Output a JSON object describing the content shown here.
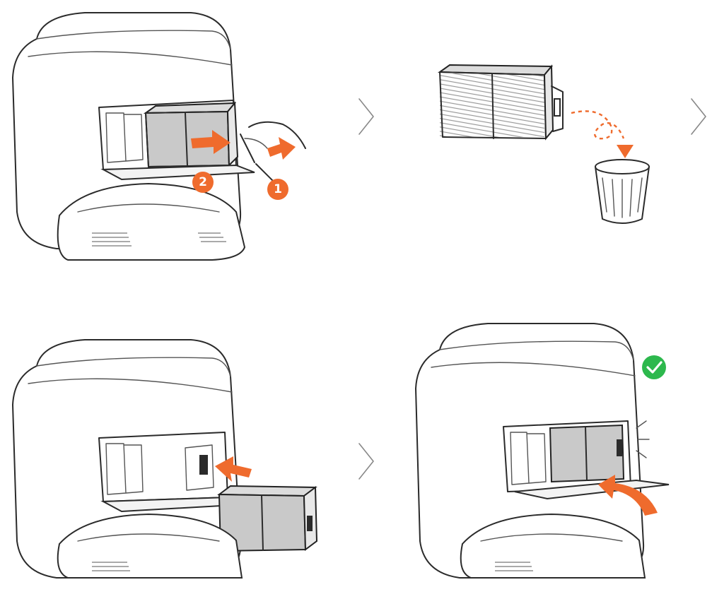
{
  "steps": [
    {
      "id": "step-1",
      "badges": [
        "2",
        "1"
      ]
    },
    {
      "id": "step-2"
    },
    {
      "id": "step-3"
    },
    {
      "id": "step-4"
    }
  ],
  "colors": {
    "accent": "#ef6b2d",
    "success": "#2db84d",
    "filter_face": "#c9c9c9",
    "line": "#2b2b2b"
  },
  "icons": {
    "next": "chevron-right-icon",
    "done": "check-circle-icon",
    "discard": "trash-can-icon"
  }
}
